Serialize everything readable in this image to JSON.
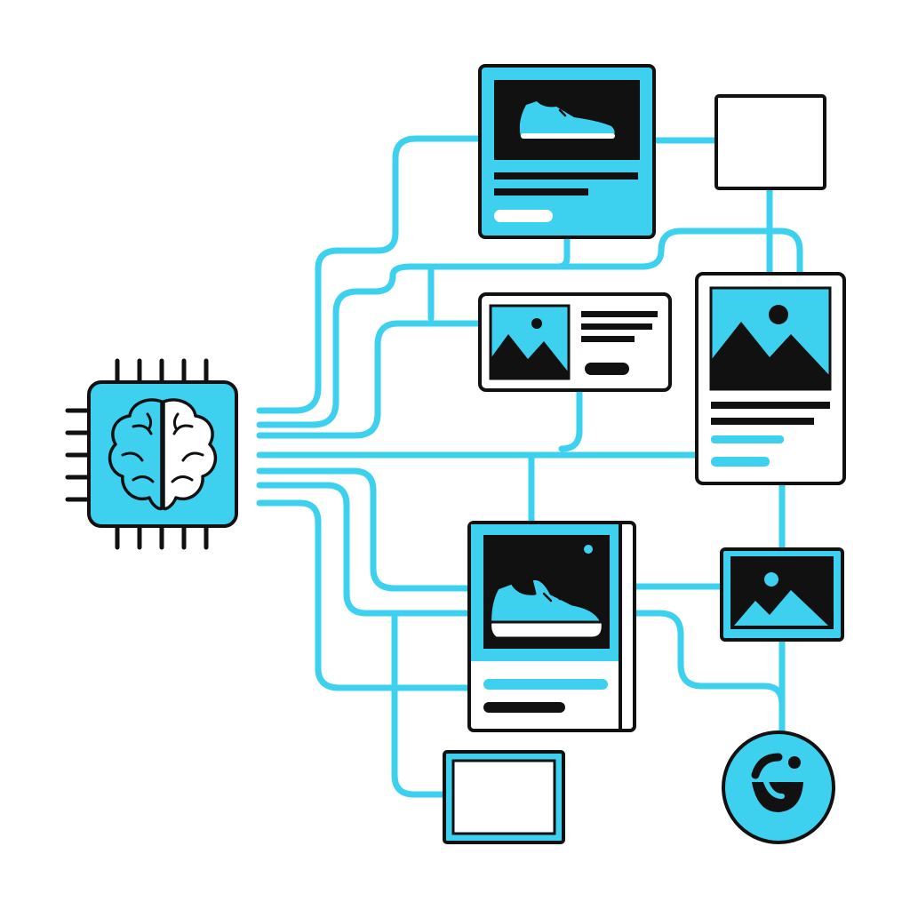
{
  "diagram": {
    "colors": {
      "accent": "#3dd0ef",
      "ink": "#111111",
      "paper": "#ffffff"
    },
    "nodes": [
      {
        "id": "ai-chip",
        "icon": "brain-icon"
      },
      {
        "id": "product-card-top",
        "icon": "sneaker-icon"
      },
      {
        "id": "blank-card-top-right",
        "icon": "empty-frame"
      },
      {
        "id": "media-card-middle",
        "icon": "landscape-icon"
      },
      {
        "id": "article-card-right",
        "icon": "landscape-icon"
      },
      {
        "id": "product-card-bottom",
        "icon": "sneaker-icon"
      },
      {
        "id": "image-card-right",
        "icon": "landscape-icon"
      },
      {
        "id": "blank-card-bottom",
        "icon": "empty-frame"
      },
      {
        "id": "brand-badge",
        "icon": "logo-icon"
      }
    ]
  }
}
